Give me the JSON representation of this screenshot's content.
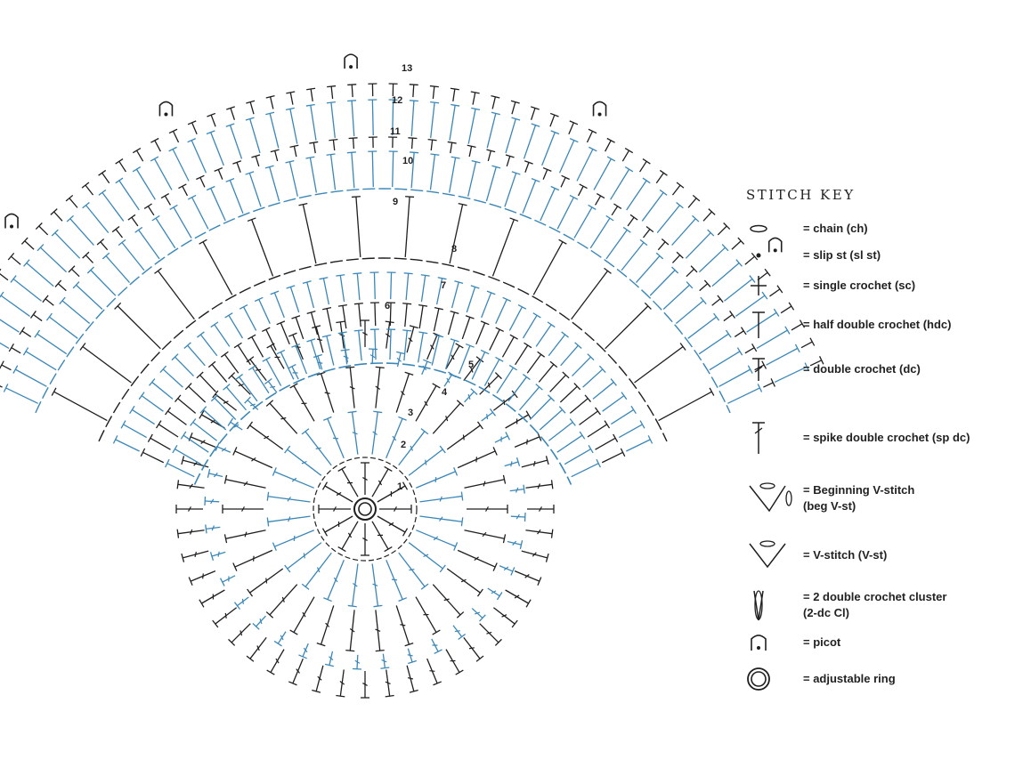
{
  "colors": {
    "ink": "#1f1f1f",
    "accent": "#3a87b8",
    "background": "#ffffff"
  },
  "row_labels": [
    "1",
    "2",
    "3",
    "4",
    "5",
    "6",
    "7",
    "8",
    "9",
    "10",
    "11",
    "12",
    "13"
  ],
  "key": {
    "title": "STITCH KEY",
    "items": [
      {
        "icon": "chain-icon",
        "label": "= chain (ch)"
      },
      {
        "icon": "slip-stitch-icon",
        "label": "= slip st (sl st)"
      },
      {
        "icon": "single-crochet-icon",
        "label": "= single crochet (sc)"
      },
      {
        "icon": "half-double-crochet-icon",
        "label": "= half double crochet (hdc)"
      },
      {
        "icon": "double-crochet-icon",
        "label": "= double crochet (dc)"
      },
      {
        "icon": "spike-double-crochet-icon",
        "label": "= spike double crochet (sp dc)"
      },
      {
        "icon": "beginning-v-stitch-icon",
        "label": "= Beginning V-stitch\n(beg V-st)"
      },
      {
        "icon": "v-stitch-icon",
        "label": "= V-stitch (V-st)"
      },
      {
        "icon": "dc-cluster-icon",
        "label": "= 2 double crochet cluster\n(2-dc Cl)"
      },
      {
        "icon": "picot-icon",
        "label": "= picot"
      },
      {
        "icon": "adjustable-ring-icon",
        "label": "= adjustable ring"
      }
    ]
  }
}
